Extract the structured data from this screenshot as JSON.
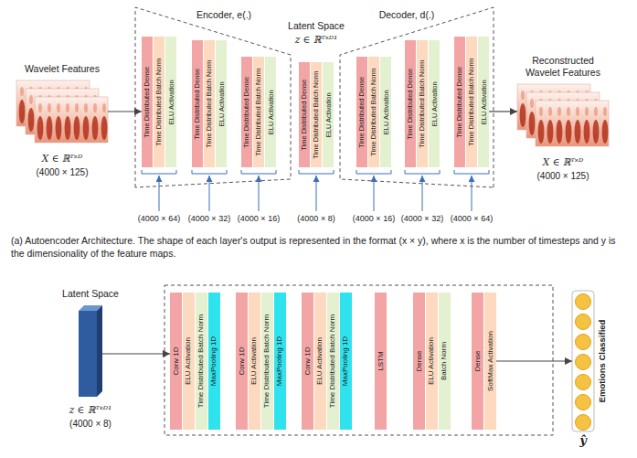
{
  "diagram": {
    "caption": "(a) Autoencoder Architecture. The shape of each layer's output is represented in the format (x × y), where x is the number of timesteps and y is the dimensionality of the feature maps.",
    "nodes": [
      {
        "text": [
          "Wavelet Features",
          "X ∈ ℝᵀ˟ᴰ",
          "(4000 × 125)"
        ]
      },
      {
        "text": [
          "Time Distributed Dense"
        ]
      },
      {
        "text": [
          "Time Distributed Batch Norm"
        ]
      },
      {
        "text": [
          "ELU Activation"
        ]
      },
      {
        "text": [
          "Time Distributed Dense"
        ]
      },
      {
        "text": [
          "Time Distributed Batch Norm"
        ]
      },
      {
        "text": [
          "ELU Activation"
        ]
      },
      {
        "text": [
          "Time Distributed Dense"
        ]
      },
      {
        "text": [
          "Time Distributed Batch Norm"
        ]
      },
      {
        "text": [
          "ELU Activation"
        ]
      },
      {
        "text": [
          "Time Distributed Dense"
        ]
      },
      {
        "text": [
          "Time Distributed Batch Norm"
        ]
      },
      {
        "text": [
          "ELU Activation"
        ]
      },
      {
        "text": [
          "Time Distributed Dense"
        ]
      },
      {
        "text": [
          "Time Distributed Batch Norm"
        ]
      },
      {
        "text": [
          "ELU Activation"
        ]
      },
      {
        "text": [
          "Time Distributed Dense"
        ]
      },
      {
        "text": [
          "Time Distributed Batch Norm"
        ]
      },
      {
        "text": [
          "ELU Activation"
        ]
      },
      {
        "text": [
          "Time Distributed Dense"
        ]
      },
      {
        "text": [
          "Time Distributed Batch Norm"
        ]
      },
      {
        "text": [
          "ELU Activation"
        ]
      },
      {
        "text": [
          "Reconstructed Wavelet Features",
          "X ∈ ℝᵀ˟ᴰ",
          "(4000 × 125)"
        ]
      },
      {
        "text": [
          "Latent Space",
          "z ∈ ℝᵀ˟ᴰ¹",
          "(4000 × 8)"
        ]
      },
      {
        "text": [
          "Conv 1D"
        ]
      },
      {
        "text": [
          "ELU Activation"
        ]
      },
      {
        "text": [
          "Time Distributed Batch Norm"
        ]
      },
      {
        "text": [
          "MaxPooling 1D"
        ]
      },
      {
        "text": [
          "Conv 1D"
        ]
      },
      {
        "text": [
          "ELU Activation"
        ]
      },
      {
        "text": [
          "Time Distributed Batch Norm"
        ]
      },
      {
        "text": [
          "MaxPooling 1D"
        ]
      },
      {
        "text": [
          "Conv 1D"
        ]
      },
      {
        "text": [
          "ELU Activation"
        ]
      },
      {
        "text": [
          "Time Distributed Batch Norm"
        ]
      },
      {
        "text": [
          "MaxPooling 1D"
        ]
      },
      {
        "text": [
          "LSTM"
        ]
      },
      {
        "text": [
          "Dense"
        ]
      },
      {
        "text": [
          "ELU Activation"
        ]
      },
      {
        "text": [
          "Batch Norm"
        ]
      },
      {
        "text": [
          "Dense"
        ]
      },
      {
        "text": [
          "SoftMax Activation"
        ]
      },
      {
        "text": [
          "Emotions Classified",
          "ŷ"
        ]
      }
    ],
    "edges": [
      {
        "from": 0,
        "to": 1,
        "arrow": "to"
      },
      {
        "from": 21,
        "to": 22,
        "arrow": "to"
      },
      {
        "from": 23,
        "to": 24,
        "arrow": "to"
      },
      {
        "from": 41,
        "to": 42,
        "arrow": "to"
      }
    ],
    "labels": [
      "Encoder, e(.)",
      "Latent Space",
      "z ∈ ℝᵀ˟ᴰ¹",
      "Decoder, d(.)",
      "(4000 × 64)",
      "(4000 × 32)",
      "(4000 × 16)",
      "(4000 × 8)",
      "(4000 × 16)",
      "(4000 × 32)",
      "(4000 × 64)"
    ]
  }
}
